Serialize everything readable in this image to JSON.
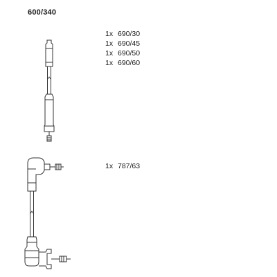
{
  "title": "600/340",
  "groups": [
    {
      "items": [
        {
          "qty": "1x",
          "code": "690/30"
        },
        {
          "qty": "1x",
          "code": "690/45"
        },
        {
          "qty": "1x",
          "code": "690/50"
        },
        {
          "qty": "1x",
          "code": "690/60"
        }
      ]
    },
    {
      "items": [
        {
          "qty": "1x",
          "code": "787/63"
        }
      ]
    }
  ]
}
